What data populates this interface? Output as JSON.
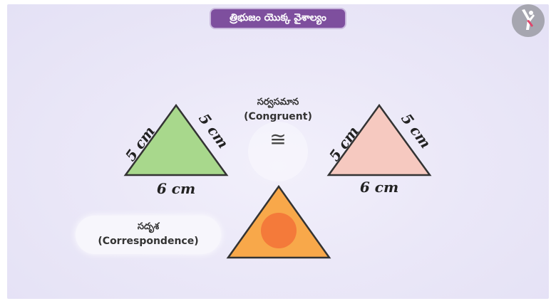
{
  "title": "త్రిభుజం యొక్క వైశాల్యం",
  "logo_icon": "diver-icon",
  "congruent": {
    "telugu": "సర్వసమాన",
    "english": "(Congruent)",
    "symbol": "≅"
  },
  "correspondence": {
    "telugu": "సదృశ",
    "english": "(Correspondence)"
  },
  "triangle_left": {
    "left_side": "5 cm",
    "right_side": "5 cm",
    "base": "6 cm",
    "fill": "#a8d88c"
  },
  "triangle_right": {
    "left_side": "5 cm",
    "right_side": "5 cm",
    "base": "6 cm",
    "fill": "#f6c9c0"
  },
  "triangle_bottom": {
    "fill": "#f8a84a",
    "circle_fill": "#f47a3a"
  }
}
